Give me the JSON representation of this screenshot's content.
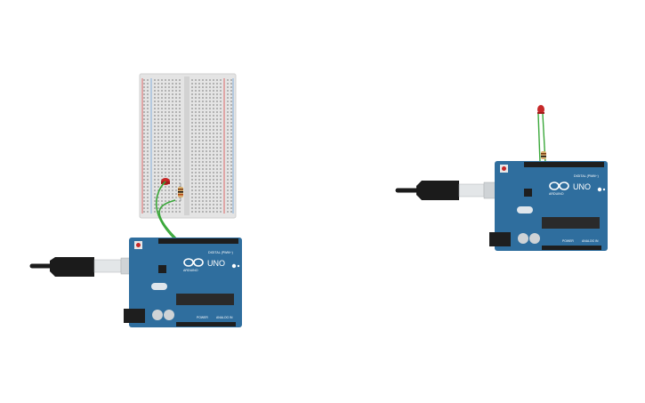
{
  "colors": {
    "background": "#ffffff",
    "board": "#2f6e9e",
    "board_dark": "#235a84",
    "header": "#1e1e1e",
    "chip": "#2a2a2a",
    "usb_cable": "#1b1b1b",
    "usb_plug": "#cfd3d6",
    "wire_green": "#3aa83a",
    "led_red": "#c62828",
    "breadboard": "#e4e4e4",
    "rail_red": "#d84a4a",
    "rail_blue": "#6aa0d8",
    "resistor": "#d8b070"
  },
  "icons": {
    "arduino_logo": "infinity-logo-icon",
    "reset_button": "reset-button-icon"
  },
  "circuit_left": {
    "board_model_label": "UNO",
    "brand_label": "ARDUINO",
    "digital_label": "DIGITAL (PWM~)",
    "power_label": "POWER",
    "analog_label": "ANALOG IN"
  },
  "circuit_right": {
    "board_model_label": "UNO",
    "brand_label": "ARDUINO",
    "digital_label": "DIGITAL (PWM~)",
    "power_label": "POWER",
    "analog_label": "ANALOG IN"
  }
}
